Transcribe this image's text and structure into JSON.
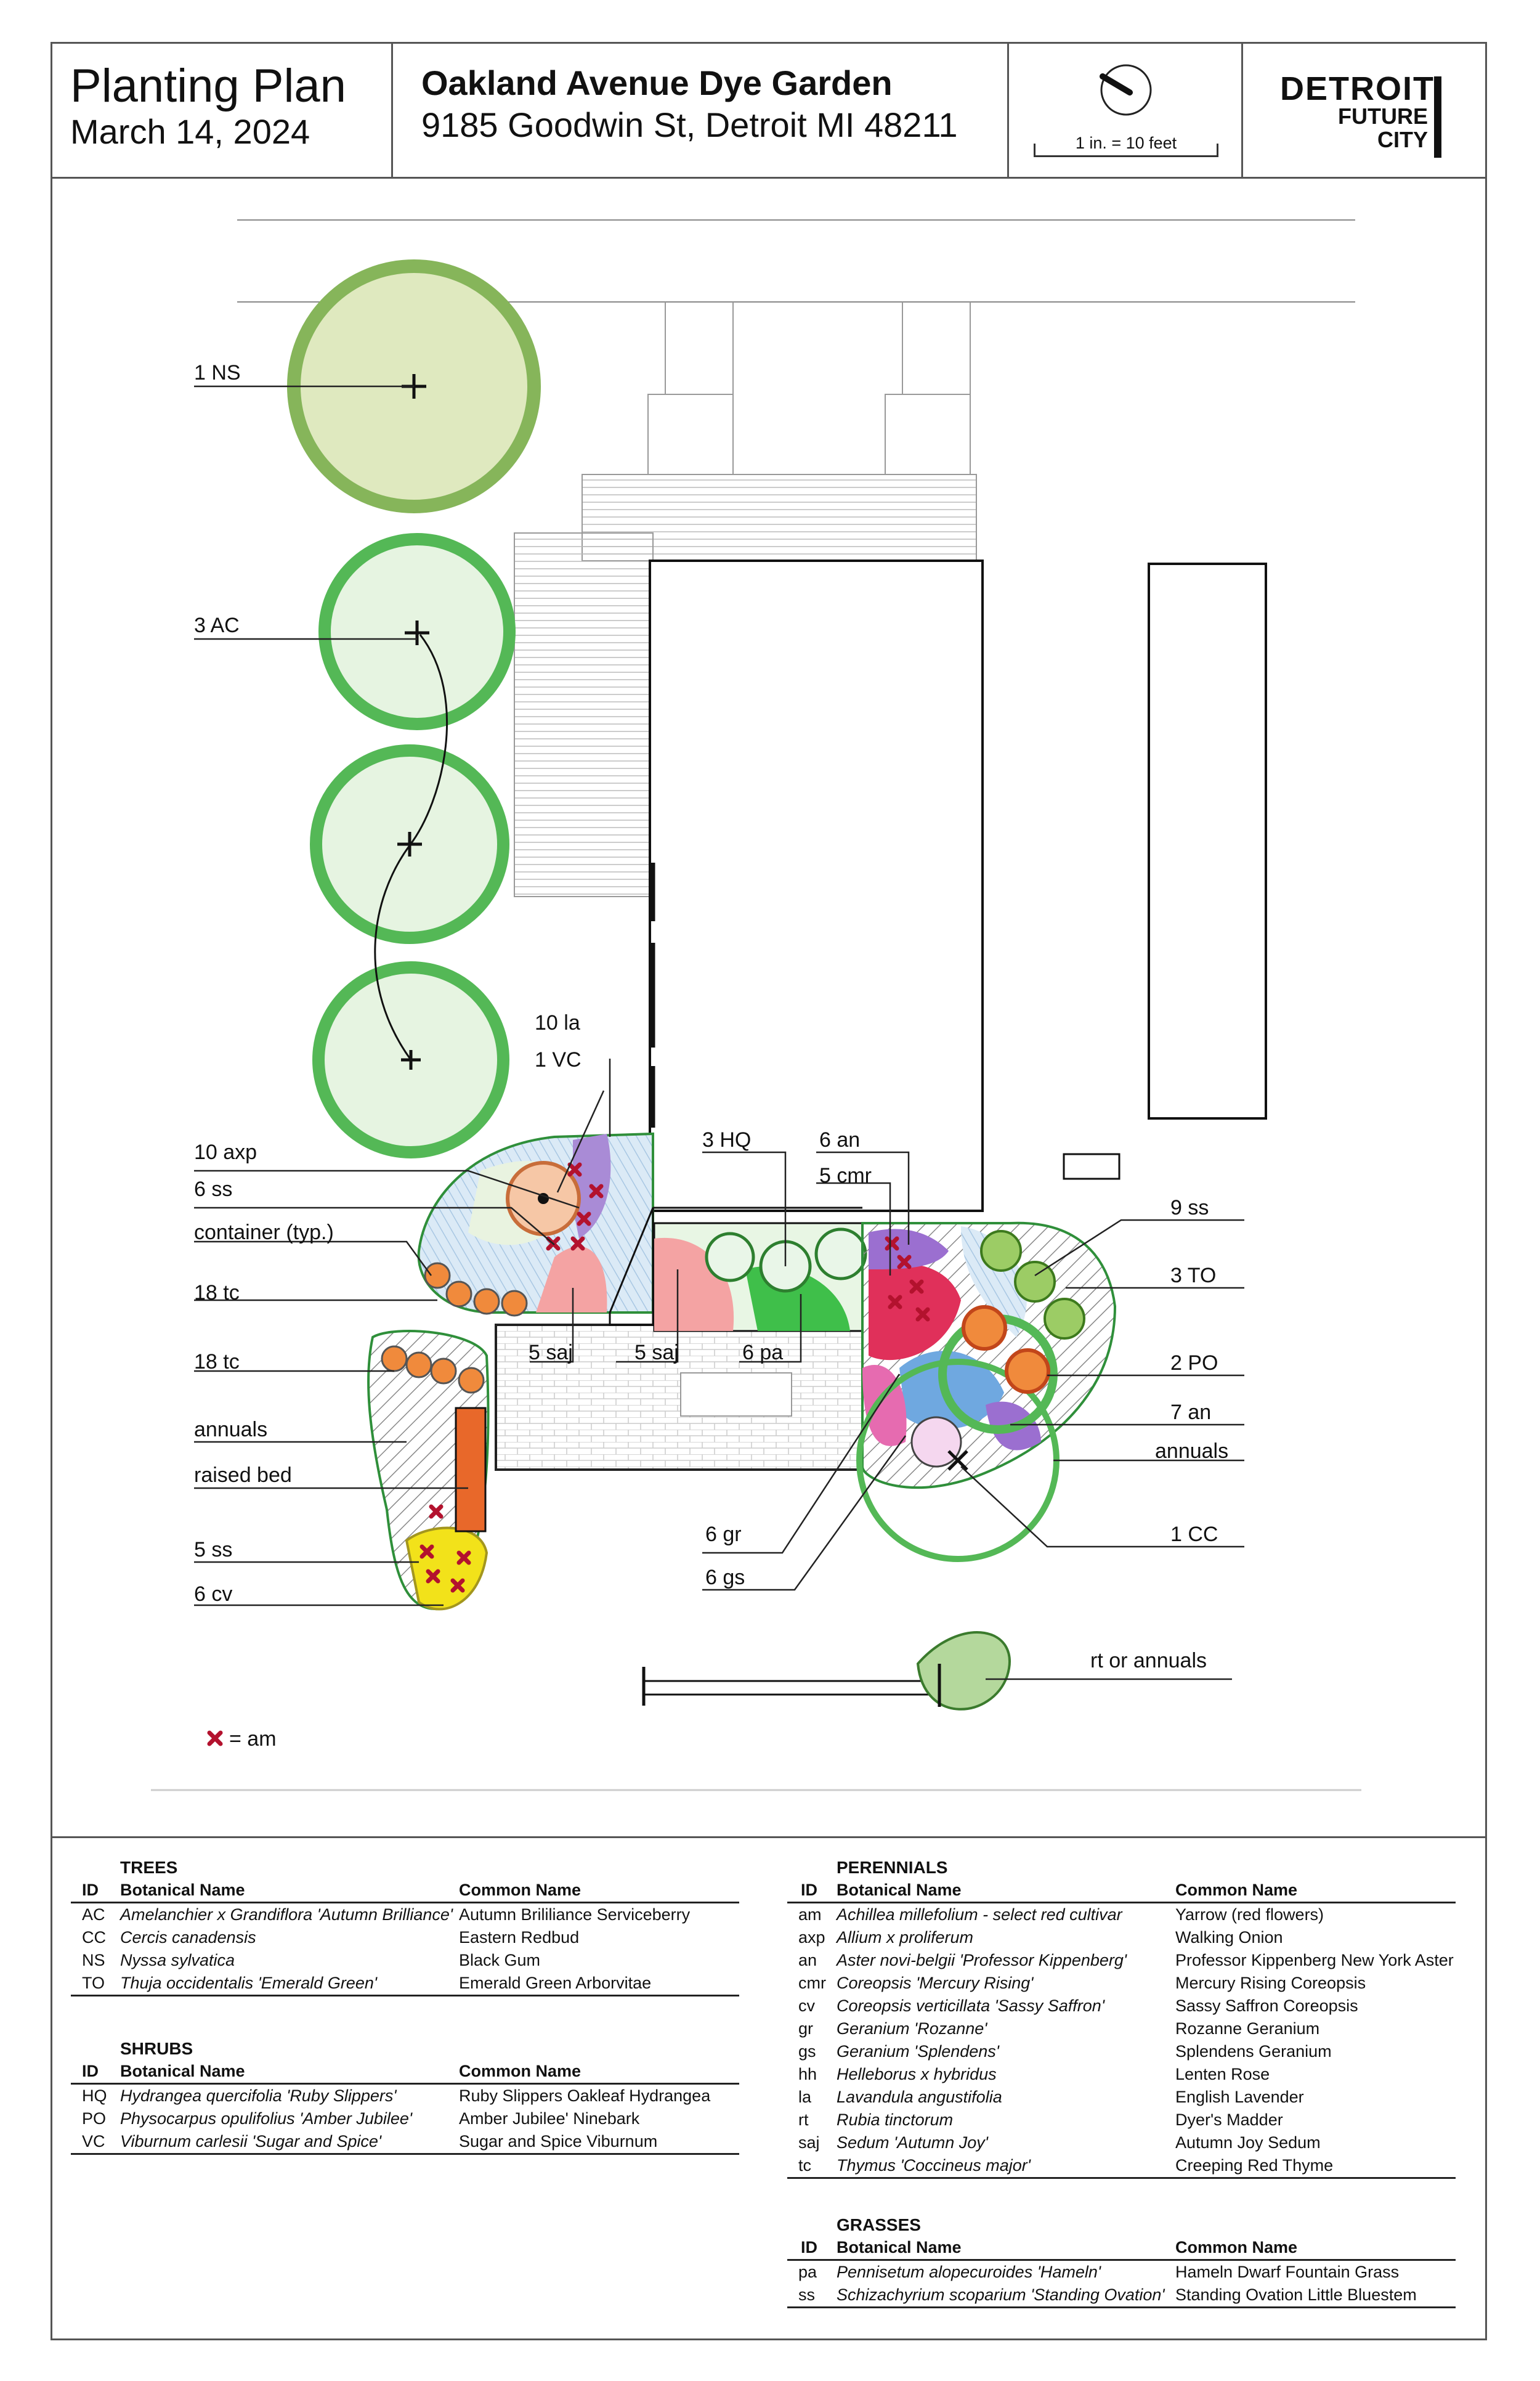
{
  "header": {
    "title": "Planting Plan",
    "date": "March 14, 2024",
    "site_name": "Oakland Avenue Dye Garden",
    "address": "9185 Goodwin St, Detroit MI 48211",
    "scale": "1 in. = 10 feet",
    "logo": {
      "line1": "DETROIT",
      "line2": "FUTURE",
      "line3": "CITY"
    }
  },
  "plan_labels": {
    "ns": "1 NS",
    "ac": "3 AC",
    "la": "10 la",
    "vc": "1 VC",
    "axp": "10 axp",
    "ss6": "6 ss",
    "container": "container (typ.)",
    "tc18a": "18 tc",
    "tc18b": "18 tc",
    "annuals_l": "annuals",
    "raised_bed": "raised bed",
    "ss5": "5 ss",
    "cv6": "6 cv",
    "hq": "3 HQ",
    "an6": "6 an",
    "cmr5": "5 cmr",
    "saj5a": "5 saj",
    "saj5b": "5 saj",
    "pa6": "6 pa",
    "gr6": "6 gr",
    "gs6": "6 gs",
    "ss9": "9 ss",
    "to3": "3  TO",
    "po2": "2 PO",
    "an7": "7 an",
    "annuals_r": "annuals",
    "cc1": "1 CC",
    "rt": "rt or annuals",
    "am_note": "= am"
  },
  "legend": {
    "trees": {
      "title": "TREES",
      "headers": [
        "ID",
        "Botanical Name",
        "Common Name"
      ],
      "rows": [
        {
          "id": "AC",
          "botanical": "Amelanchier x Grandiflora 'Autumn Brilliance'",
          "common": "Autumn Brililiance Serviceberry"
        },
        {
          "id": "CC",
          "botanical": "Cercis canadensis",
          "common": "Eastern Redbud"
        },
        {
          "id": "NS",
          "botanical": "Nyssa sylvatica",
          "common": "Black Gum"
        },
        {
          "id": "TO",
          "botanical": "Thuja occidentalis 'Emerald Green'",
          "common": "Emerald Green Arborvitae"
        }
      ]
    },
    "shrubs": {
      "title": "SHRUBS",
      "headers": [
        "ID",
        "Botanical Name",
        "Common Name"
      ],
      "rows": [
        {
          "id": "HQ",
          "botanical": "Hydrangea quercifolia 'Ruby Slippers'",
          "common": "Ruby Slippers Oakleaf Hydrangea"
        },
        {
          "id": "PO",
          "botanical": "Physocarpus opulifolius 'Amber Jubilee'",
          "common": "Amber Jubilee' Ninebark"
        },
        {
          "id": "VC",
          "botanical": "Viburnum carlesii 'Sugar and Spice'",
          "common": "Sugar and Spice Viburnum"
        }
      ]
    },
    "perennials": {
      "title": "PERENNIALS",
      "headers": [
        "ID",
        "Botanical Name",
        "Common Name"
      ],
      "rows": [
        {
          "id": "am",
          "botanical": "Achillea millefolium - select red cultivar",
          "common": "Yarrow (red flowers)"
        },
        {
          "id": "axp",
          "botanical": "Allium x proliferum",
          "common": "Walking Onion"
        },
        {
          "id": "an",
          "botanical": "Aster novi-belgii 'Professor Kippenberg'",
          "common": "Professor Kippenberg New York Aster"
        },
        {
          "id": "cmr",
          "botanical": "Coreopsis 'Mercury Rising'",
          "common": "Mercury Rising Coreopsis"
        },
        {
          "id": "cv",
          "botanical": "Coreopsis verticillata 'Sassy Saffron'",
          "common": "Sassy Saffron Coreopsis"
        },
        {
          "id": "gr",
          "botanical": "Geranium 'Rozanne'",
          "common": "Rozanne Geranium"
        },
        {
          "id": "gs",
          "botanical": "Geranium 'Splendens'",
          "common": "Splendens Geranium"
        },
        {
          "id": "hh",
          "botanical": "Helleborus x hybridus",
          "common": "Lenten Rose"
        },
        {
          "id": "la",
          "botanical": "Lavandula angustifolia",
          "common": "English Lavender"
        },
        {
          "id": "rt",
          "botanical": "Rubia tinctorum",
          "common": "Dyer's Madder"
        },
        {
          "id": "saj",
          "botanical": "Sedum 'Autumn Joy'",
          "common": "Autumn Joy Sedum"
        },
        {
          "id": "tc",
          "botanical": "Thymus 'Coccineus major'",
          "common": "Creeping Red Thyme"
        }
      ]
    },
    "grasses": {
      "title": "GRASSES",
      "headers": [
        "ID",
        "Botanical Name",
        "Common Name"
      ],
      "rows": [
        {
          "id": "pa",
          "botanical": "Pennisetum alopecuroides 'Hameln'",
          "common": "Hameln Dwarf Fountain Grass"
        },
        {
          "id": "ss",
          "botanical": "Schizachyrium scoparium 'Standing Ovation'",
          "common": "Standing Ovation Little Bluestem"
        }
      ]
    }
  },
  "colors": {
    "frame": "#555555",
    "tree_green": "#7bc96f",
    "arborvitae": "#5a9e3a",
    "ninebark": "#f08a3c",
    "yarrow_mark": "#b3122e",
    "raised_bed": "#e8682a",
    "coreopsis": "#f2e21a",
    "bluestem": "#cfe3f2",
    "aster": "#9b6fd0",
    "sedum": "#f4a3a3",
    "geranium_blue": "#6fa8e0",
    "coreopsis_red": "#e0305a",
    "fountain_grass": "#3fbf4a"
  }
}
